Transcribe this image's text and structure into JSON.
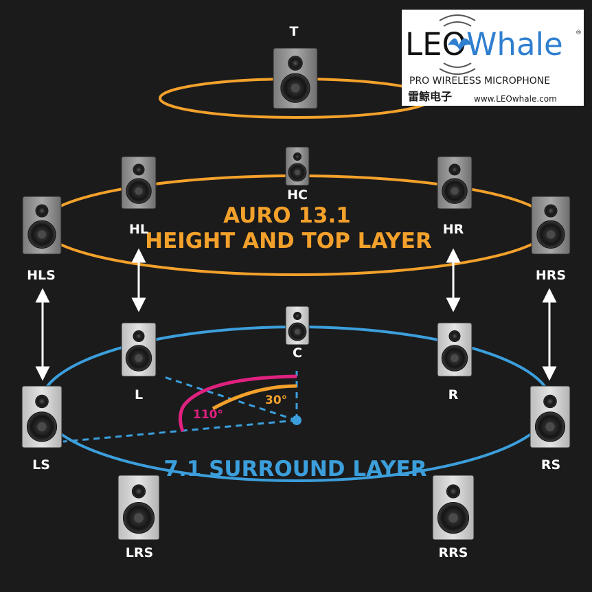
{
  "colors": {
    "background": "#1b1b1c",
    "height_layer": "#f3a12b",
    "surround_layer": "#3c9fdc",
    "angle_110": "#e0217f",
    "angle_30": "#f3a12b",
    "logo_blue": "#2f7fd0",
    "logo_dark": "#111111"
  },
  "logo": {
    "brand_prefix": "LEO",
    "brand_suffix": "Whale",
    "trademark": "®",
    "tagline": "PRO WIRELESS MICROPHONE",
    "chinese_name": "雷鲸电子",
    "url": "www.LEOwhale.com"
  },
  "layers": {
    "height": {
      "title_line1": "AURO 13.1",
      "title_line2": "HEIGHT AND TOP LAYER"
    },
    "surround": {
      "title": "7.1 SURROUND LAYER"
    }
  },
  "angles": {
    "front": "30°",
    "surround": "110°"
  },
  "speakers": {
    "top": "T",
    "height_center": "HC",
    "height_left": "HL",
    "height_right": "HR",
    "height_left_surround": "HLS",
    "height_right_surround": "HRS",
    "center": "C",
    "left": "L",
    "right": "R",
    "left_surround": "LS",
    "right_surround": "RS",
    "left_rear_surround": "LRS",
    "right_rear_surround": "RRS"
  }
}
